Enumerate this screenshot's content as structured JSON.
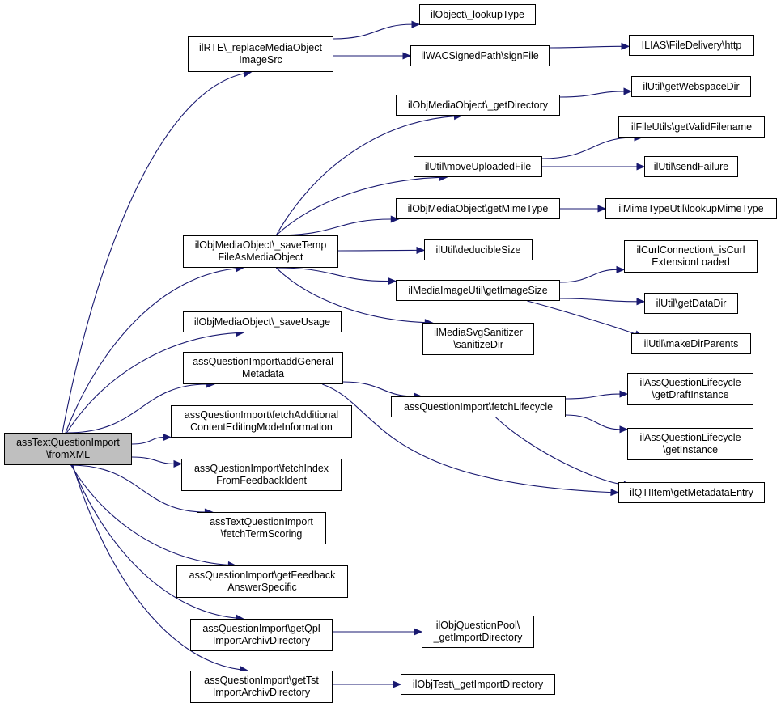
{
  "nodes": [
    {
      "id": "root",
      "label": "assTextQuestionImport\n\\fromXML"
    },
    {
      "id": "rte_replace",
      "label": "ilRTE\\_replaceMediaObject\nImageSrc"
    },
    {
      "id": "saveTemp",
      "label": "ilObjMediaObject\\_saveTemp\nFileAsMediaObject"
    },
    {
      "id": "saveUsage",
      "label": "ilObjMediaObject\\_saveUsage"
    },
    {
      "id": "addGeneral",
      "label": "assQuestionImport\\addGeneral\nMetadata"
    },
    {
      "id": "fetchAdditional",
      "label": "assQuestionImport\\fetchAdditional\nContentEditingModeInformation"
    },
    {
      "id": "fetchIndex",
      "label": "assQuestionImport\\fetchIndex\nFromFeedbackIdent"
    },
    {
      "id": "fetchTerm",
      "label": "assTextQuestionImport\n\\fetchTermScoring"
    },
    {
      "id": "getFeedback",
      "label": "assQuestionImport\\getFeedback\nAnswerSpecific"
    },
    {
      "id": "getQpl",
      "label": "assQuestionImport\\getQpl\nImportArchivDirectory"
    },
    {
      "id": "getTst",
      "label": "assQuestionImport\\getTst\nImportArchivDirectory"
    },
    {
      "id": "lookupType",
      "label": "ilObject\\_lookupType"
    },
    {
      "id": "signFile",
      "label": "ilWACSignedPath\\signFile"
    },
    {
      "id": "fileDelivery",
      "label": "ILIAS\\FileDelivery\\http"
    },
    {
      "id": "getDirectory",
      "label": "ilObjMediaObject\\_getDirectory"
    },
    {
      "id": "webspaceDir",
      "label": "ilUtil\\getWebspaceDir"
    },
    {
      "id": "validFilename",
      "label": "ilFileUtils\\getValidFilename"
    },
    {
      "id": "moveUploaded",
      "label": "ilUtil\\moveUploadedFile"
    },
    {
      "id": "sendFailure",
      "label": "ilUtil\\sendFailure"
    },
    {
      "id": "getMimeType",
      "label": "ilObjMediaObject\\getMimeType"
    },
    {
      "id": "lookupMime",
      "label": "ilMimeTypeUtil\\lookupMimeType"
    },
    {
      "id": "deducible",
      "label": "ilUtil\\deducibleSize"
    },
    {
      "id": "curlLoaded",
      "label": "ilCurlConnection\\_isCurl\nExtensionLoaded"
    },
    {
      "id": "imageSize",
      "label": "ilMediaImageUtil\\getImageSize"
    },
    {
      "id": "dataDir",
      "label": "ilUtil\\getDataDir"
    },
    {
      "id": "svgSanitizer",
      "label": "ilMediaSvgSanitizer\n\\sanitizeDir"
    },
    {
      "id": "makeDirParents",
      "label": "ilUtil\\makeDirParents"
    },
    {
      "id": "draftInstance",
      "label": "ilAssQuestionLifecycle\n\\getDraftInstance"
    },
    {
      "id": "fetchLifecycle",
      "label": "assQuestionImport\\fetchLifecycle"
    },
    {
      "id": "getInstance",
      "label": "ilAssQuestionLifecycle\n\\getInstance"
    },
    {
      "id": "metadataEntry",
      "label": "ilQTIItem\\getMetadataEntry"
    },
    {
      "id": "qplImportDir",
      "label": "ilObjQuestionPool\\\n_getImportDirectory"
    },
    {
      "id": "tstImportDir",
      "label": "ilObjTest\\_getImportDirectory"
    }
  ],
  "edges": [
    [
      "root",
      "rte_replace"
    ],
    [
      "root",
      "saveTemp"
    ],
    [
      "root",
      "saveUsage"
    ],
    [
      "root",
      "addGeneral"
    ],
    [
      "root",
      "fetchAdditional"
    ],
    [
      "root",
      "fetchIndex"
    ],
    [
      "root",
      "fetchTerm"
    ],
    [
      "root",
      "getFeedback"
    ],
    [
      "root",
      "getQpl"
    ],
    [
      "root",
      "getTst"
    ],
    [
      "rte_replace",
      "lookupType"
    ],
    [
      "rte_replace",
      "signFile"
    ],
    [
      "signFile",
      "fileDelivery"
    ],
    [
      "saveTemp",
      "getDirectory"
    ],
    [
      "saveTemp",
      "moveUploaded"
    ],
    [
      "saveTemp",
      "getMimeType"
    ],
    [
      "saveTemp",
      "deducible"
    ],
    [
      "saveTemp",
      "imageSize"
    ],
    [
      "saveTemp",
      "svgSanitizer"
    ],
    [
      "getDirectory",
      "webspaceDir"
    ],
    [
      "moveUploaded",
      "validFilename"
    ],
    [
      "moveUploaded",
      "sendFailure"
    ],
    [
      "getMimeType",
      "lookupMime"
    ],
    [
      "imageSize",
      "curlLoaded"
    ],
    [
      "imageSize",
      "dataDir"
    ],
    [
      "imageSize",
      "makeDirParents"
    ],
    [
      "addGeneral",
      "fetchLifecycle"
    ],
    [
      "addGeneral",
      "metadataEntry"
    ],
    [
      "fetchLifecycle",
      "draftInstance"
    ],
    [
      "fetchLifecycle",
      "getInstance"
    ],
    [
      "fetchLifecycle",
      "metadataEntry"
    ],
    [
      "getQpl",
      "qplImportDir"
    ],
    [
      "getTst",
      "tstImportDir"
    ]
  ],
  "colors": {
    "edge": "#191970",
    "root_fill": "#bfbfbf",
    "node_fill": "#ffffff"
  }
}
